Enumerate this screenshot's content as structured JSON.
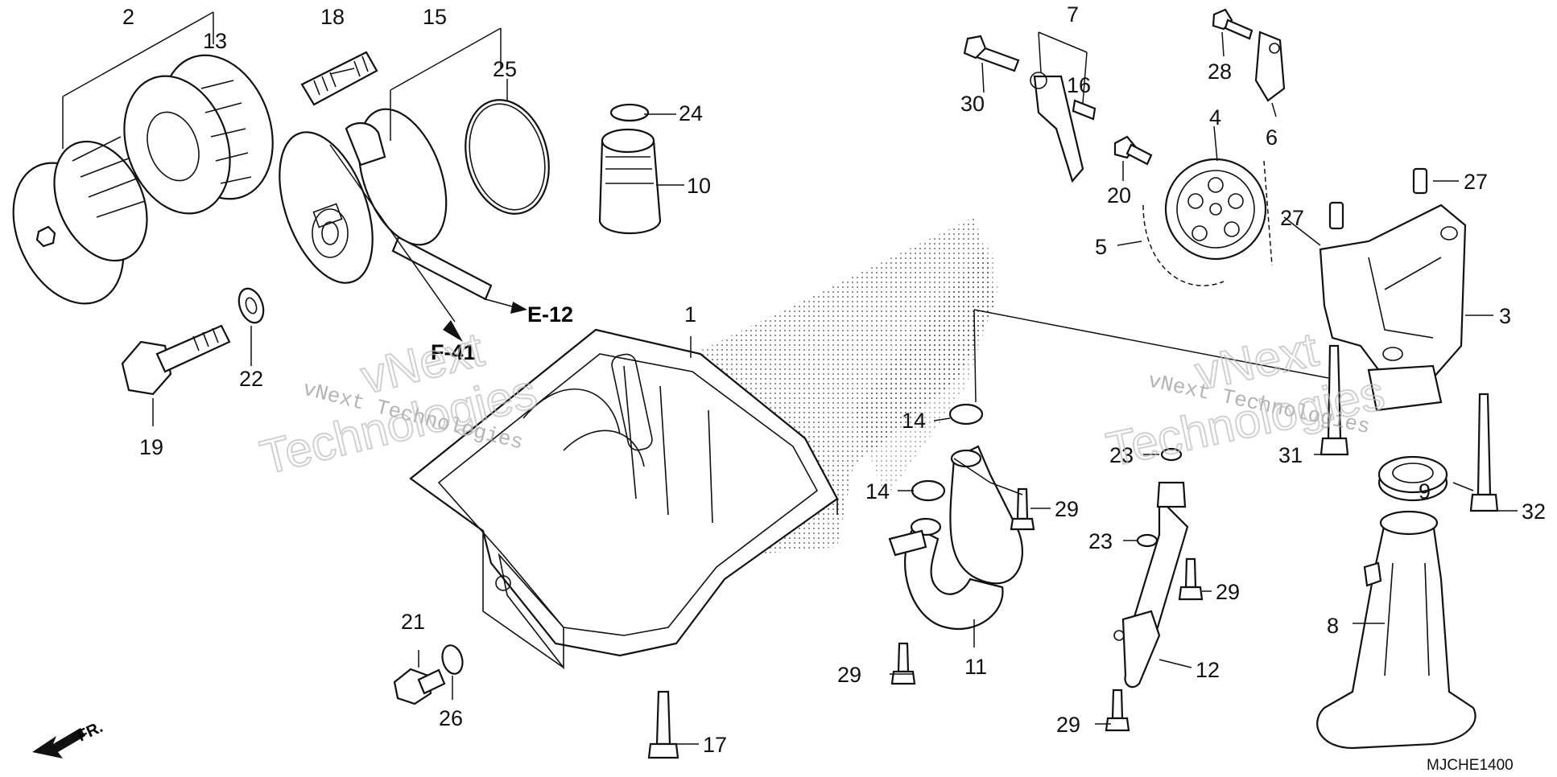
{
  "diagram": {
    "labels": {
      "p1": "1",
      "p2": "2",
      "p3": "3",
      "p4": "4",
      "p5": "5",
      "p6": "6",
      "p7": "7",
      "p8": "8",
      "p9": "9",
      "p10": "10",
      "p11": "11",
      "p12": "12",
      "p13": "13",
      "p14a": "14",
      "p14b": "14",
      "p15": "15",
      "p16": "16",
      "p17": "17",
      "p18": "18",
      "p19": "19",
      "p20": "20",
      "p21": "21",
      "p22": "22",
      "p23a": "23",
      "p23b": "23",
      "p24": "24",
      "p25": "25",
      "p26": "26",
      "p27a": "27",
      "p27b": "27",
      "p28": "28",
      "p29a": "29",
      "p29b": "29",
      "p29c": "29",
      "p29d": "29",
      "p30": "30",
      "p31": "31",
      "p32": "32"
    },
    "references": {
      "e12": "E-12",
      "f41": "F-41"
    },
    "direction": "FR.",
    "diagram_code": "MJCHE1400",
    "watermarks": {
      "left_small": "vNext Technologies",
      "left_big_1": "vNext",
      "left_big_2": "Technologies",
      "right_small": "vNext Technologies",
      "right_big_1": "vNext",
      "right_big_2": "Technologies"
    }
  }
}
